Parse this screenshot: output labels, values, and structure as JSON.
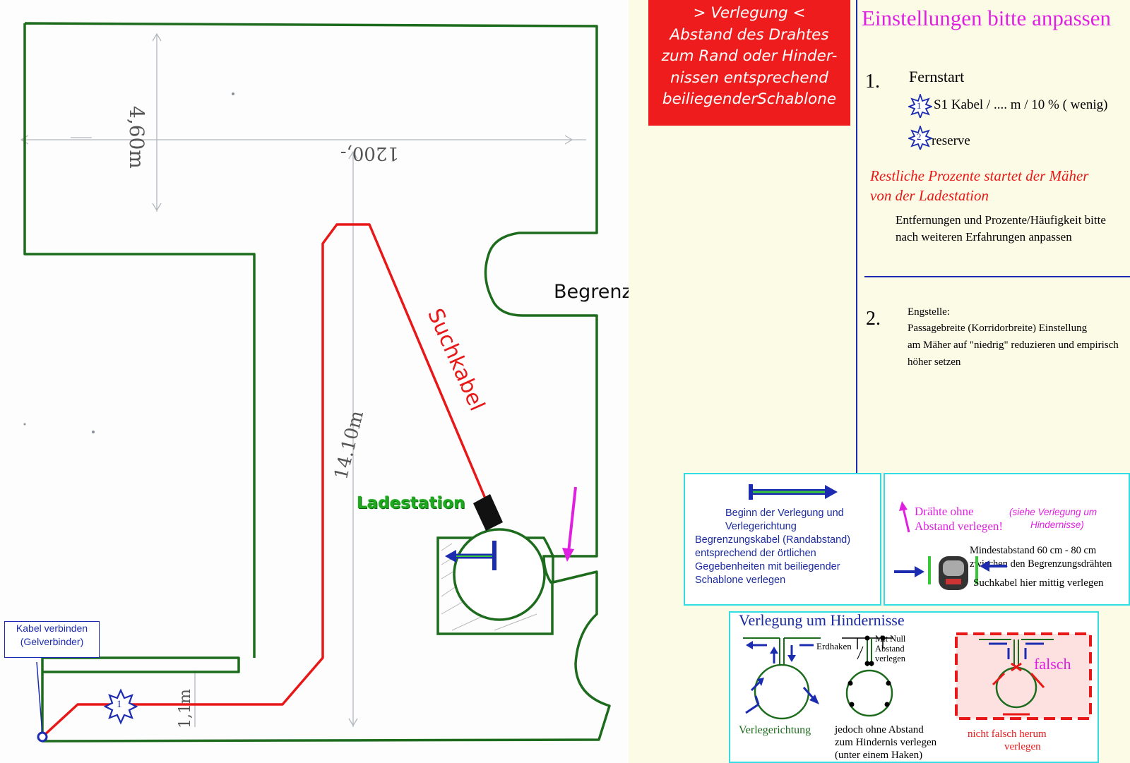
{
  "colors": {
    "boundary": "#1d6b1d",
    "search_cable": "#e81818",
    "red_box": "#ee1c1c",
    "magenta": "#e020e0",
    "blue": "#1c2cb0",
    "cyan": "#33dde4",
    "label_green": "#1fa81f"
  },
  "notice": {
    "lines": [
      "> Verlegung <",
      "Abstand des Drahtes",
      "zum Rand oder Hinder-",
      "nissen entsprechend",
      "beiliegenderSchablone"
    ]
  },
  "settings": {
    "title": "Einstellungen bitte anpassen",
    "s1": {
      "number": "1.",
      "heading": "Fernstart",
      "badge1": "1",
      "item1": "S1 Kabel / .... m / 10 % ( wenig)",
      "badge2": "2",
      "item2": "reserve",
      "remark_line1": "Restliche Prozente  startet der Mäher",
      "remark_line2": "von der Ladestation",
      "note_line1": "Entfernungen und Prozente/Häufigkeit bitte",
      "note_line2": "nach weiteren Erfahrungen anpassen"
    },
    "s2": {
      "number": "2.",
      "heading": "Engstelle:",
      "line1": "Passagebreite (Korridorbreite) Einstellung",
      "line2": "am Mäher auf \"niedrig\" reduzieren und empirisch",
      "line3": "höher setzen"
    }
  },
  "plan": {
    "dim_460": "4,60m",
    "dim_1200": "1200,-",
    "dim_1410": "14.10m",
    "dim_1m": "1,1m",
    "search_label": "Suchkabel",
    "boundary_label": "Begrenzungskabel",
    "station_label": "Ladestation",
    "connector_line1": "Kabel verbinden",
    "connector_line2": "(Gelverbinder)",
    "badge": "1"
  },
  "legend_start": {
    "line1": "Beginn der Verlegung und",
    "line2": "Verlegerichtung",
    "line3": "Begrenzungskabel (Randabstand)",
    "line4": "entsprechend der örtlichen",
    "line5": "Gegebenheiten mit beiliegender",
    "line6": "Schablone verlegen"
  },
  "legend_wires": {
    "no_gap_line1": "Drähte ohne",
    "no_gap_line2": "Abstand verlegen!",
    "see_line1": "(siehe Verlegung um",
    "see_line2": "Hindernisse)",
    "min_line1": "Mindestabstand 60 cm - 80 cm",
    "min_line2": "zwischen den Begrenzungsdrähten",
    "center_line": "Suchkabel hier mittig verlegen"
  },
  "obstacles": {
    "title": "Verlegung um Hindernisse",
    "direction": "Verlegerichtung",
    "hooks": "Erdhaken",
    "zero_line1": "Mit Null",
    "zero_line2": "Abstand",
    "zero_line3": "verlegen",
    "without_line1": "jedoch ohne Abstand",
    "without_line2": "zum Hindernis verlegen",
    "without_line3": "(unter einem Haken)",
    "wrong": "falsch",
    "wrong_line1": "nicht falsch herum",
    "wrong_line2": "verlegen"
  }
}
